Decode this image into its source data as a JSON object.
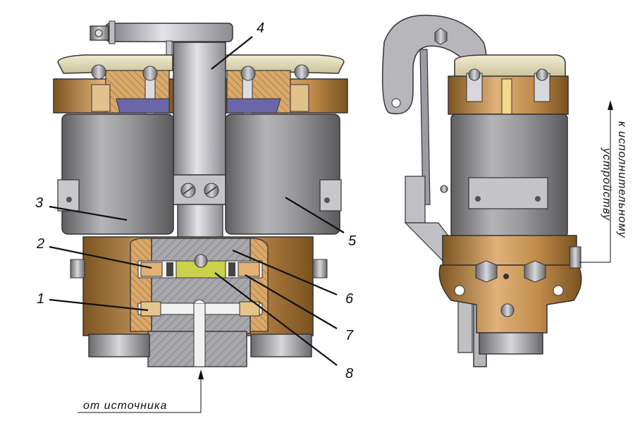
{
  "callouts": {
    "c1": "1",
    "c2": "2",
    "c3": "3",
    "c4": "4",
    "c5": "5",
    "c6": "6",
    "c7": "7",
    "c8": "8"
  },
  "captions": {
    "inlet": "от источника",
    "outlet_line1": "к исполнительному",
    "outlet_line2": "устройству"
  },
  "colors": {
    "coil": "#8a8a8a",
    "brass": "#c89a5a",
    "cap": "#e6e0b8",
    "steel": "#b8b8bc",
    "insulation": "#d9a86a",
    "seat_green": "#c9d24a",
    "gasket_blue": "#7a78b8"
  },
  "icons": {
    "flow_arrow": "arrow-up-icon"
  }
}
